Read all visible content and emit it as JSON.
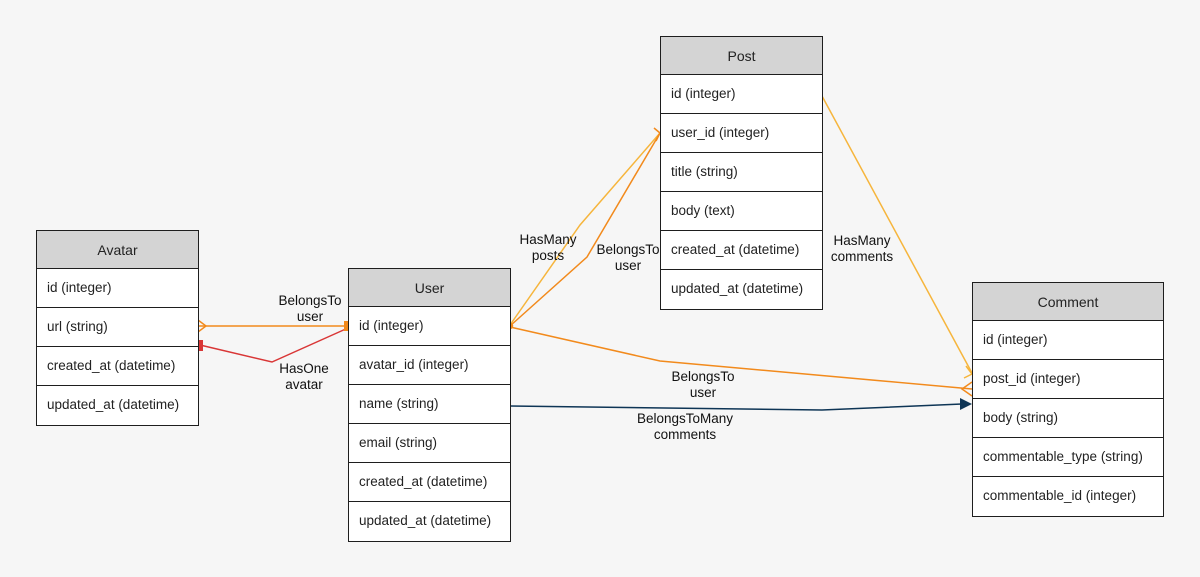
{
  "entities": {
    "avatar": {
      "title": "Avatar",
      "fields": [
        "id (integer)",
        "url (string)",
        "created_at (datetime)",
        "updated_at (datetime)"
      ]
    },
    "user": {
      "title": "User",
      "fields": [
        "id (integer)",
        "avatar_id (integer)",
        "name (string)",
        "email (string)",
        "created_at (datetime)",
        "updated_at (datetime)"
      ]
    },
    "post": {
      "title": "Post",
      "fields": [
        "id (integer)",
        "user_id (integer)",
        "title (string)",
        "body (text)",
        "created_at (datetime)",
        "updated_at (datetime)"
      ]
    },
    "comment": {
      "title": "Comment",
      "fields": [
        "id (integer)",
        "post_id (integer)",
        "body (string)",
        "commentable_type (string)",
        "commentable_id (integer)"
      ]
    }
  },
  "relations": [
    {
      "id": "user-belongs-to-avatar",
      "label": "BelongsTo\nuser",
      "from": "user.id",
      "to": "avatar.url",
      "color": "#f28a1c"
    },
    {
      "id": "avatar-has-one",
      "label": "HasOne\navatar",
      "from": "user.id",
      "to": "avatar.created_at",
      "color": "#d93636"
    },
    {
      "id": "user-has-many-posts",
      "label": "HasMany\nposts",
      "from": "user.id",
      "to": "post.user_id",
      "color": "#f6b53c"
    },
    {
      "id": "post-belongs-to-user",
      "label": "BelongsTo\nuser",
      "from": "user.id",
      "to": "post.user_id",
      "color": "#f28a1c"
    },
    {
      "id": "post-has-many-comments",
      "label": "HasMany\ncomments",
      "from": "post.id",
      "to": "comment.post_id",
      "color": "#f6b53c"
    },
    {
      "id": "comment-belongs-to-user",
      "label": "BelongsTo\nuser",
      "from": "user.id",
      "to": "comment.post_id",
      "color": "#f28a1c"
    },
    {
      "id": "user-belongs-to-many-comments",
      "label": "BelongsToMany\ncomments",
      "from": "user.name",
      "to": "comment.body",
      "color": "#0e3556"
    }
  ],
  "colors": {
    "background": "#f6f6f6",
    "header": "#d4d4d4",
    "orange": "#f28a1c",
    "light_orange": "#f6b53c",
    "red": "#d93636",
    "navy": "#0e3556"
  }
}
